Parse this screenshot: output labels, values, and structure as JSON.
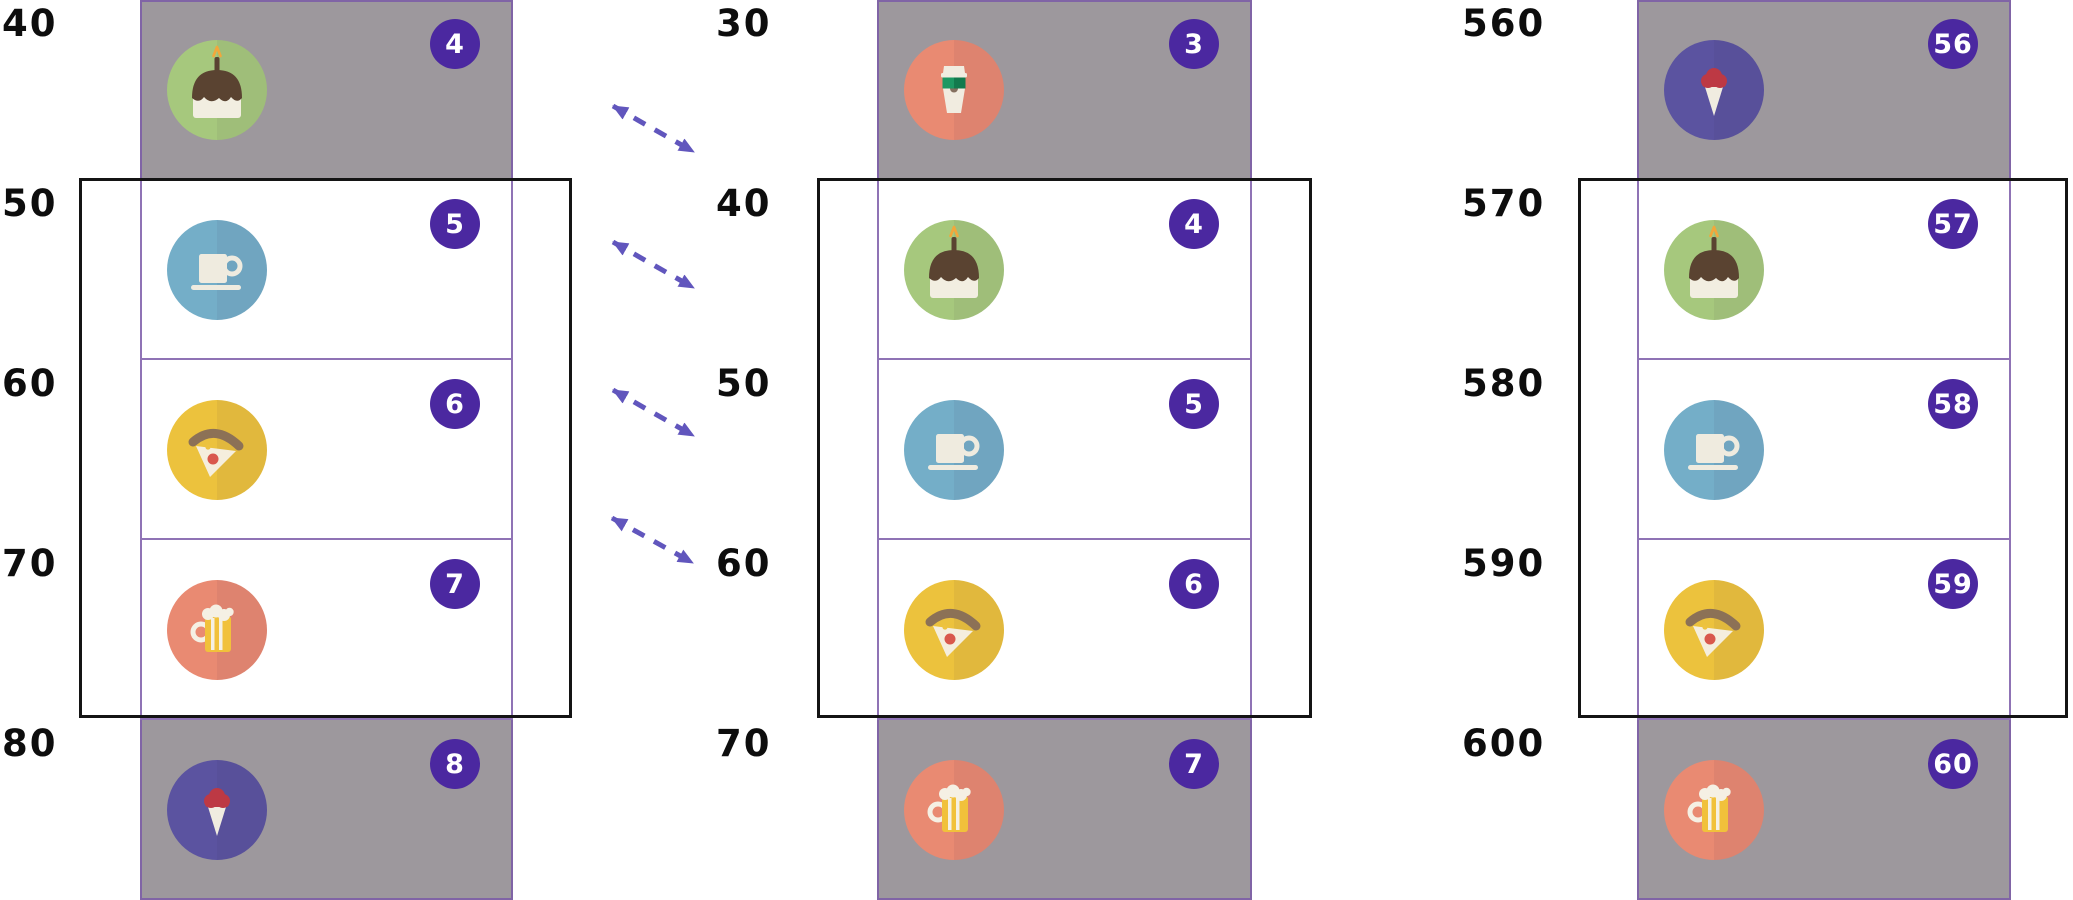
{
  "columns": [
    {
      "name": "list-offset-40",
      "labels": [
        "40",
        "50",
        "60",
        "70",
        "80"
      ],
      "items": [
        {
          "number": "4",
          "icon": "cake",
          "in_viewport": false
        },
        {
          "number": "5",
          "icon": "coffee-cup",
          "in_viewport": true
        },
        {
          "number": "6",
          "icon": "pizza",
          "in_viewport": true
        },
        {
          "number": "7",
          "icon": "beer",
          "in_viewport": true
        },
        {
          "number": "8",
          "icon": "ice-cream",
          "in_viewport": false
        }
      ]
    },
    {
      "name": "list-offset-30",
      "labels": [
        "30",
        "40",
        "50",
        "60",
        "70"
      ],
      "items": [
        {
          "number": "3",
          "icon": "coffee-togo",
          "in_viewport": false
        },
        {
          "number": "4",
          "icon": "cake",
          "in_viewport": true
        },
        {
          "number": "5",
          "icon": "coffee-cup",
          "in_viewport": true
        },
        {
          "number": "6",
          "icon": "pizza",
          "in_viewport": true
        },
        {
          "number": "7",
          "icon": "beer",
          "in_viewport": false
        }
      ]
    },
    {
      "name": "list-offset-560",
      "labels": [
        "560",
        "570",
        "580",
        "590",
        "600"
      ],
      "items": [
        {
          "number": "56",
          "icon": "ice-cream",
          "in_viewport": false
        },
        {
          "number": "57",
          "icon": "cake",
          "in_viewport": true
        },
        {
          "number": "58",
          "icon": "coffee-cup",
          "in_viewport": true
        },
        {
          "number": "59",
          "icon": "pizza",
          "in_viewport": true
        },
        {
          "number": "60",
          "icon": "beer",
          "in_viewport": false
        }
      ]
    }
  ],
  "arrow_count": 4,
  "colors": {
    "item_gray": "#9d989d",
    "item_white": "#ffffff",
    "badge_purple": "#4b28a0",
    "cell_border_purple": "#7b5aa8",
    "viewport_border": "#141414",
    "arrow_purple": "#6156bd",
    "label_text": "#0d0d0d",
    "icon_bg": {
      "cake": "#a6c87d",
      "coffee-cup": "#74aec8",
      "pizza": "#ecc23d",
      "beer": "#e98a72",
      "ice-cream": "#5b53a0",
      "coffee-togo": "#e98a72"
    }
  }
}
